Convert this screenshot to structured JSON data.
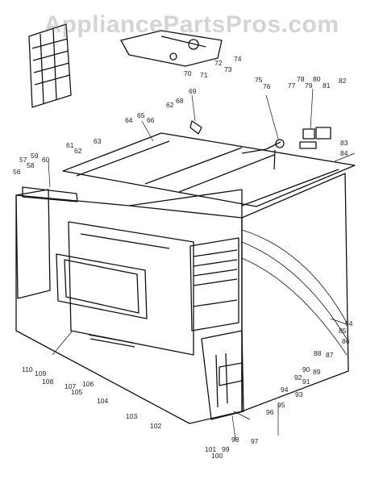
{
  "watermark": "AppliancePartsPros.com",
  "part_labels": [
    "64",
    "65",
    "66",
    "61",
    "62",
    "63",
    "57",
    "58",
    "59",
    "60",
    "56",
    "62",
    "68",
    "69",
    "70",
    "71",
    "72",
    "73",
    "74",
    "75",
    "76",
    "77",
    "78",
    "79",
    "80",
    "81",
    "82",
    "83",
    "84",
    "64",
    "85",
    "86",
    "87",
    "88",
    "89",
    "90",
    "91",
    "92",
    "93",
    "94",
    "95",
    "96",
    "97",
    "98",
    "99",
    "100",
    "101",
    "102",
    "103",
    "104",
    "105",
    "106",
    "107",
    "108",
    "109",
    "110"
  ]
}
